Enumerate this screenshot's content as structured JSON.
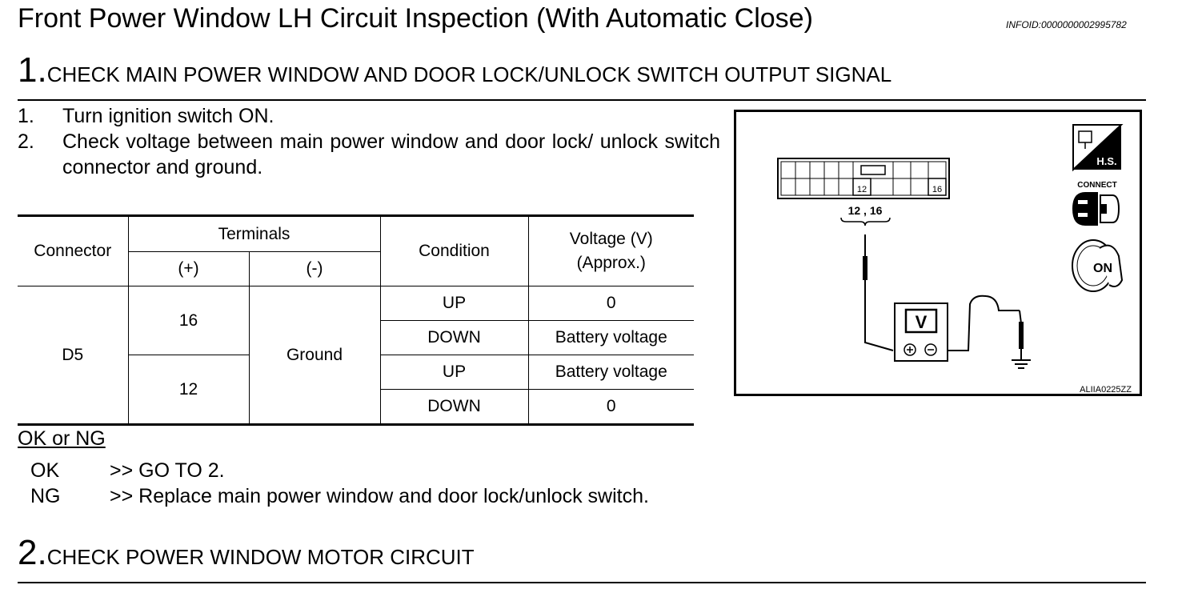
{
  "header": {
    "title": "Front Power Window LH Circuit Inspection (With Automatic Close)",
    "infoid": "INFOID:0000000002995782"
  },
  "step1": {
    "number": "1.",
    "heading": "CHECK MAIN POWER WINDOW AND DOOR LOCK/UNLOCK SWITCH OUTPUT SIGNAL",
    "instructions": [
      {
        "num": "1.",
        "text": "Turn ignition switch ON."
      },
      {
        "num": "2.",
        "text": "Check voltage between main power window and door lock/ unlock switch connector and ground."
      }
    ]
  },
  "table": {
    "headers": {
      "connector": "Connector",
      "terminals": "Terminals",
      "plus": "(+)",
      "minus": "(-)",
      "condition": "Condition",
      "voltage": "Voltage (V)",
      "approx": "(Approx.)"
    },
    "connector": "D5",
    "minus_value": "Ground",
    "rows": [
      {
        "plus": "16",
        "condition": "UP",
        "voltage": "0"
      },
      {
        "plus": "16",
        "condition": "DOWN",
        "voltage": "Battery voltage"
      },
      {
        "plus": "12",
        "condition": "UP",
        "voltage": "Battery voltage"
      },
      {
        "plus": "12",
        "condition": "DOWN",
        "voltage": "0"
      }
    ]
  },
  "okng": {
    "heading": "OK or NG",
    "ok_label": "OK",
    "ok_action": ">> GO TO 2.",
    "ng_label": "NG",
    "ng_action": ">> Replace main power window and door lock/unlock switch."
  },
  "figure": {
    "terminal_12": "12",
    "terminal_16": "16",
    "terminals_label": "12 , 16",
    "meter_symbol": "V",
    "hs_label": "H.S.",
    "connect_label": "CONNECT",
    "key_label": "ON",
    "figure_id": "ALIIA0225ZZ"
  },
  "step2": {
    "number": "2.",
    "heading": "CHECK POWER WINDOW MOTOR CIRCUIT"
  }
}
